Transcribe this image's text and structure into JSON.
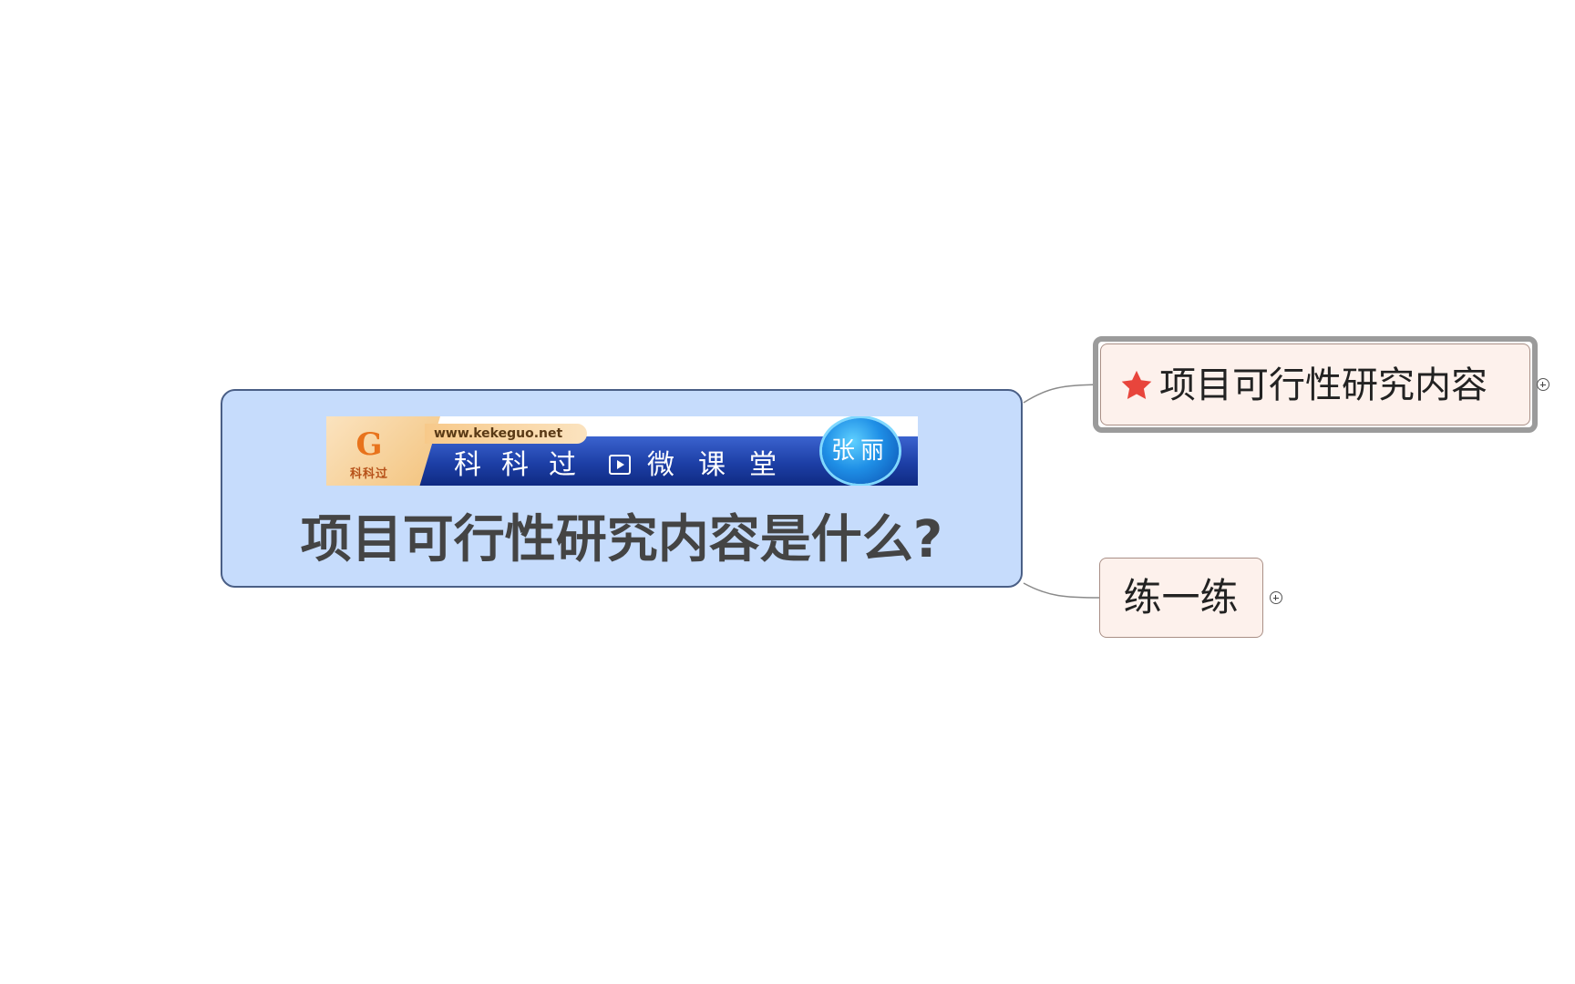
{
  "central_topic": {
    "banner": {
      "logo_text": "科科过",
      "url": "www.kekeguo.net",
      "title_a": "科科过",
      "title_b": "微课堂",
      "presenter": "张丽"
    },
    "title": "项目可行性研究内容是什么?"
  },
  "subtopics": [
    {
      "label": "项目可行性研究内容",
      "icon": "star-icon",
      "icon_color": "#e8453c",
      "selected": true
    },
    {
      "label": "练一练",
      "selected": false
    }
  ],
  "colors": {
    "central_fill": "#c6dcfc",
    "subtopic_fill": "#fdf1ec",
    "connector": "#8a8a8a"
  }
}
